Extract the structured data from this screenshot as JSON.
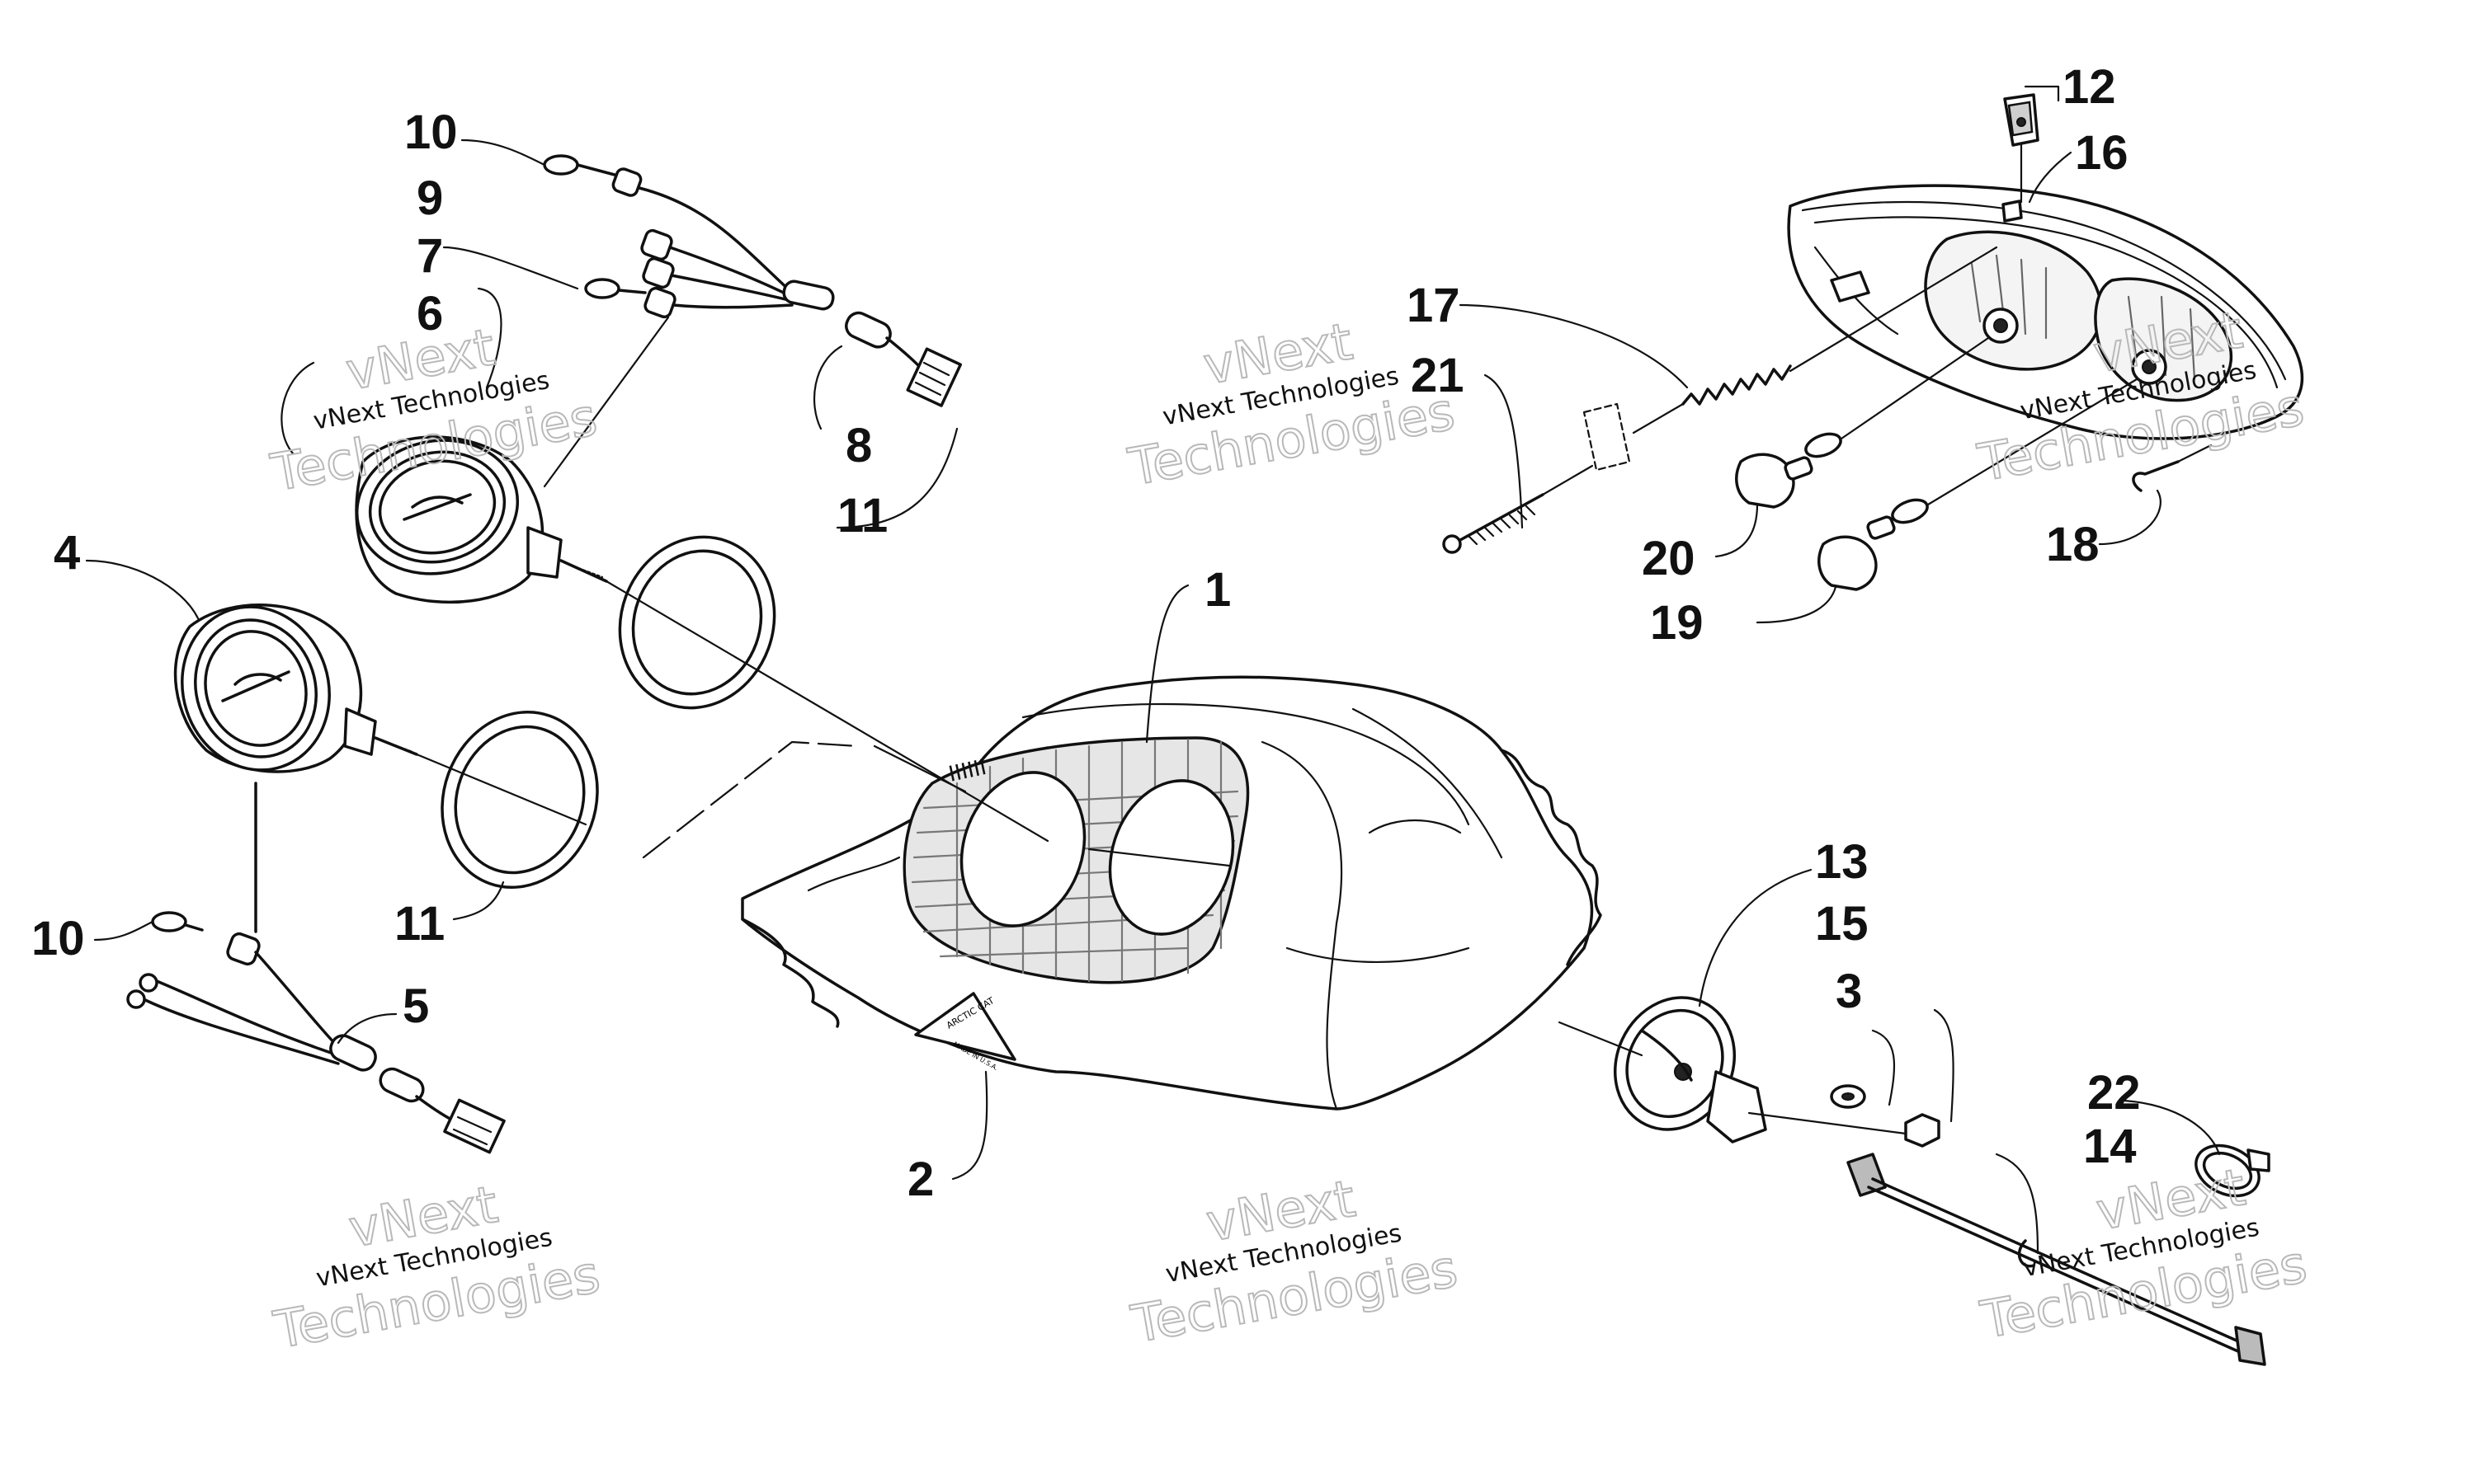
{
  "callouts": {
    "c1": "1",
    "c2": "2",
    "c3": "3",
    "c4": "4",
    "c5": "5",
    "c6": "6",
    "c7": "7",
    "c8": "8",
    "c9": "9",
    "c10a": "10",
    "c10b": "10",
    "c11a": "11",
    "c11b": "11",
    "c12": "12",
    "c13": "13",
    "c14": "14",
    "c15": "15",
    "c16": "16",
    "c17": "17",
    "c18": "18",
    "c19": "19",
    "c20": "20",
    "c21": "21",
    "c22": "22"
  },
  "watermark": {
    "small": "vNext Technologies",
    "large_top": "vNext",
    "large_bottom": "Technologies"
  },
  "decal": {
    "brand": "ARCTIC CAT",
    "origin": "MADE IN U.S.A."
  },
  "colors": {
    "ink": "#111111",
    "watermark_outline": "#b9b9b9",
    "background": "#ffffff"
  }
}
